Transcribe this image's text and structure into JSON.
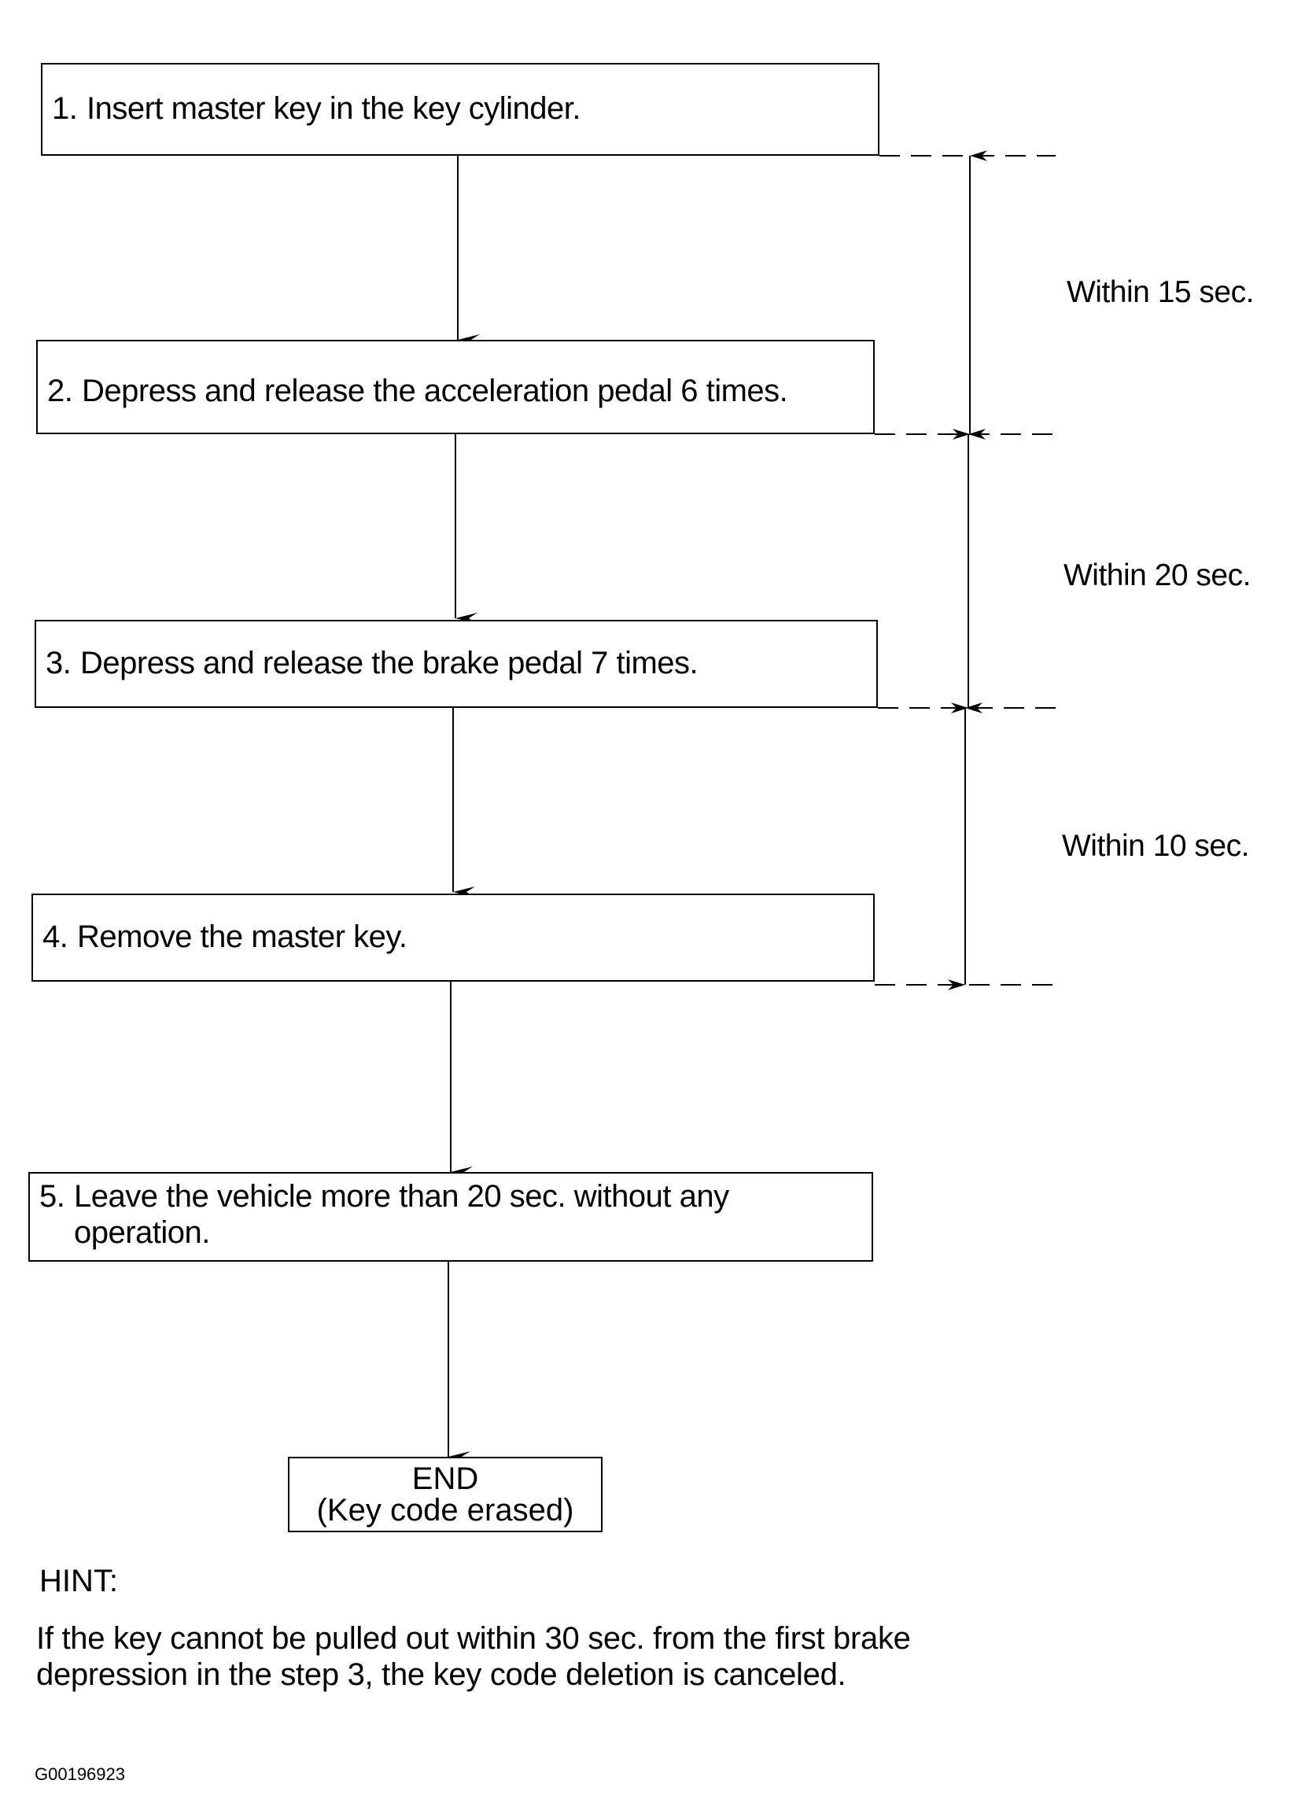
{
  "steps": [
    {
      "num": "1.",
      "text": "Insert master key in the key cylinder.",
      "text2": ""
    },
    {
      "num": "2.",
      "text": "Depress and release the acceleration pedal 6 times.",
      "text2": ""
    },
    {
      "num": "3.",
      "text": "Depress and release the brake pedal 7 times.",
      "text2": ""
    },
    {
      "num": "4.",
      "text": "Remove the master key.",
      "text2": ""
    },
    {
      "num": "5.",
      "text": "Leave the vehicle more than 20 sec. without any",
      "text2": "operation."
    }
  ],
  "timings": [
    "Within 15 sec.",
    "Within 20 sec.",
    "Within 10 sec."
  ],
  "end": {
    "line1": "END",
    "line2": "(Key code erased)"
  },
  "hint": {
    "title": "HINT:",
    "text": "If the key cannot be pulled out within 30 sec. from the first brake depression in the step 3, the key code deletion is canceled."
  },
  "figure_code": "G00196923"
}
